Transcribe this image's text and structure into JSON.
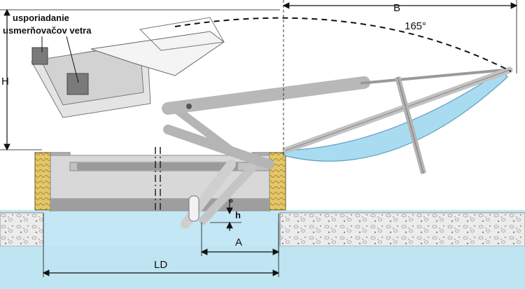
{
  "callout": {
    "line1": "usporiadanie",
    "line2": "usmerňovačov vetra"
  },
  "dimensions": {
    "height": "H",
    "width_open": "B",
    "opening_angle": "165°",
    "offset": "A",
    "clearance": "h",
    "clear_opening": "LD"
  },
  "colors": {
    "glass": "#a9dcf0",
    "glass_edge": "#7fbfdc",
    "frame": "#c8c8c8",
    "frame_dark": "#8f8f8f",
    "concrete": "#e9e9e9",
    "insulation": "#e0c66a",
    "sky": "#bfe4f2"
  }
}
